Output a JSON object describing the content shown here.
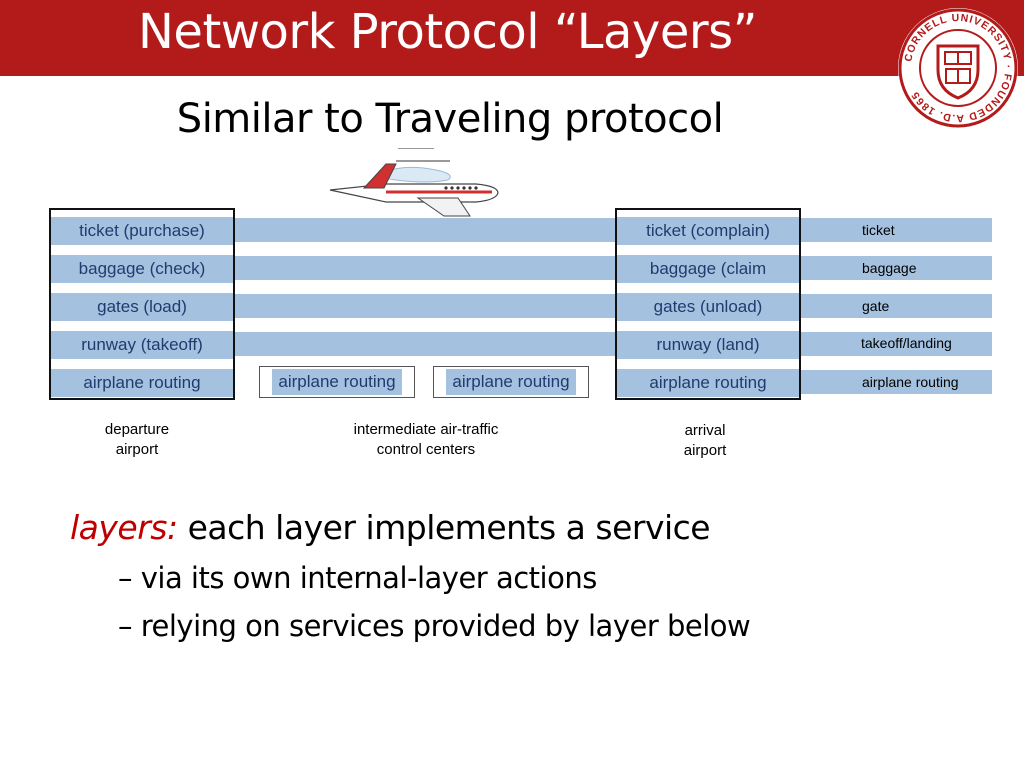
{
  "slide": {
    "title": "Network Protocol “Layers”",
    "subtitle": "Similar to Traveling protocol"
  },
  "seal": {
    "text": "CORNELL UNIVERSITY · FOUNDED A.D. 1865",
    "color": "#b31b1b"
  },
  "diagram": {
    "departure_layers": [
      "ticket (purchase)",
      "baggage (check)",
      "gates (load)",
      "runway (takeoff)",
      "airplane routing"
    ],
    "intermediate_layers": [
      "airplane routing",
      "airplane routing"
    ],
    "arrival_layers": [
      "ticket (complain)",
      "baggage (claim",
      "gates (unload)",
      "runway (land)",
      "airplane routing"
    ],
    "layer_names": [
      "ticket",
      "baggage",
      "gate",
      "takeoff/landing",
      "airplane routing"
    ],
    "captions": {
      "departure": "departure\nairport",
      "intermediate": "intermediate air-traffic\ncontrol centers",
      "arrival": "arrival\nairport"
    },
    "band_color": "#a4c1e0",
    "text_color": "#213b6e"
  },
  "bullets": {
    "main_keyword": "layers:",
    "main_text": " each layer implements a service",
    "sub": [
      "– via its own internal-layer actions",
      "– relying on services provided by layer below"
    ]
  }
}
